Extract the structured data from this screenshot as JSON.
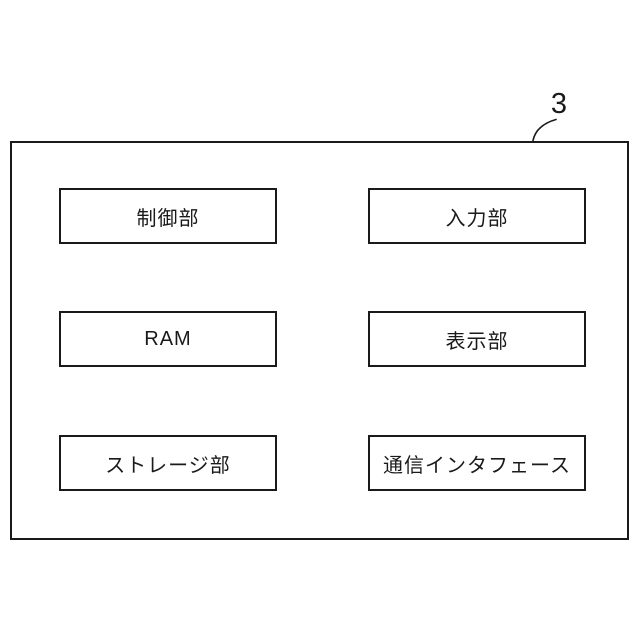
{
  "figure": {
    "reference_label": "3"
  },
  "blocks": [
    {
      "id": "control-unit",
      "label": "制御部"
    },
    {
      "id": "input-unit",
      "label": "入力部"
    },
    {
      "id": "ram",
      "label": "RAM"
    },
    {
      "id": "display-unit",
      "label": "表示部"
    },
    {
      "id": "storage-unit",
      "label": "ストレージ部"
    },
    {
      "id": "communication-interface",
      "label": "通信インタフェース"
    }
  ],
  "colors": {
    "line": "#1a1a1a",
    "background": "#ffffff"
  }
}
